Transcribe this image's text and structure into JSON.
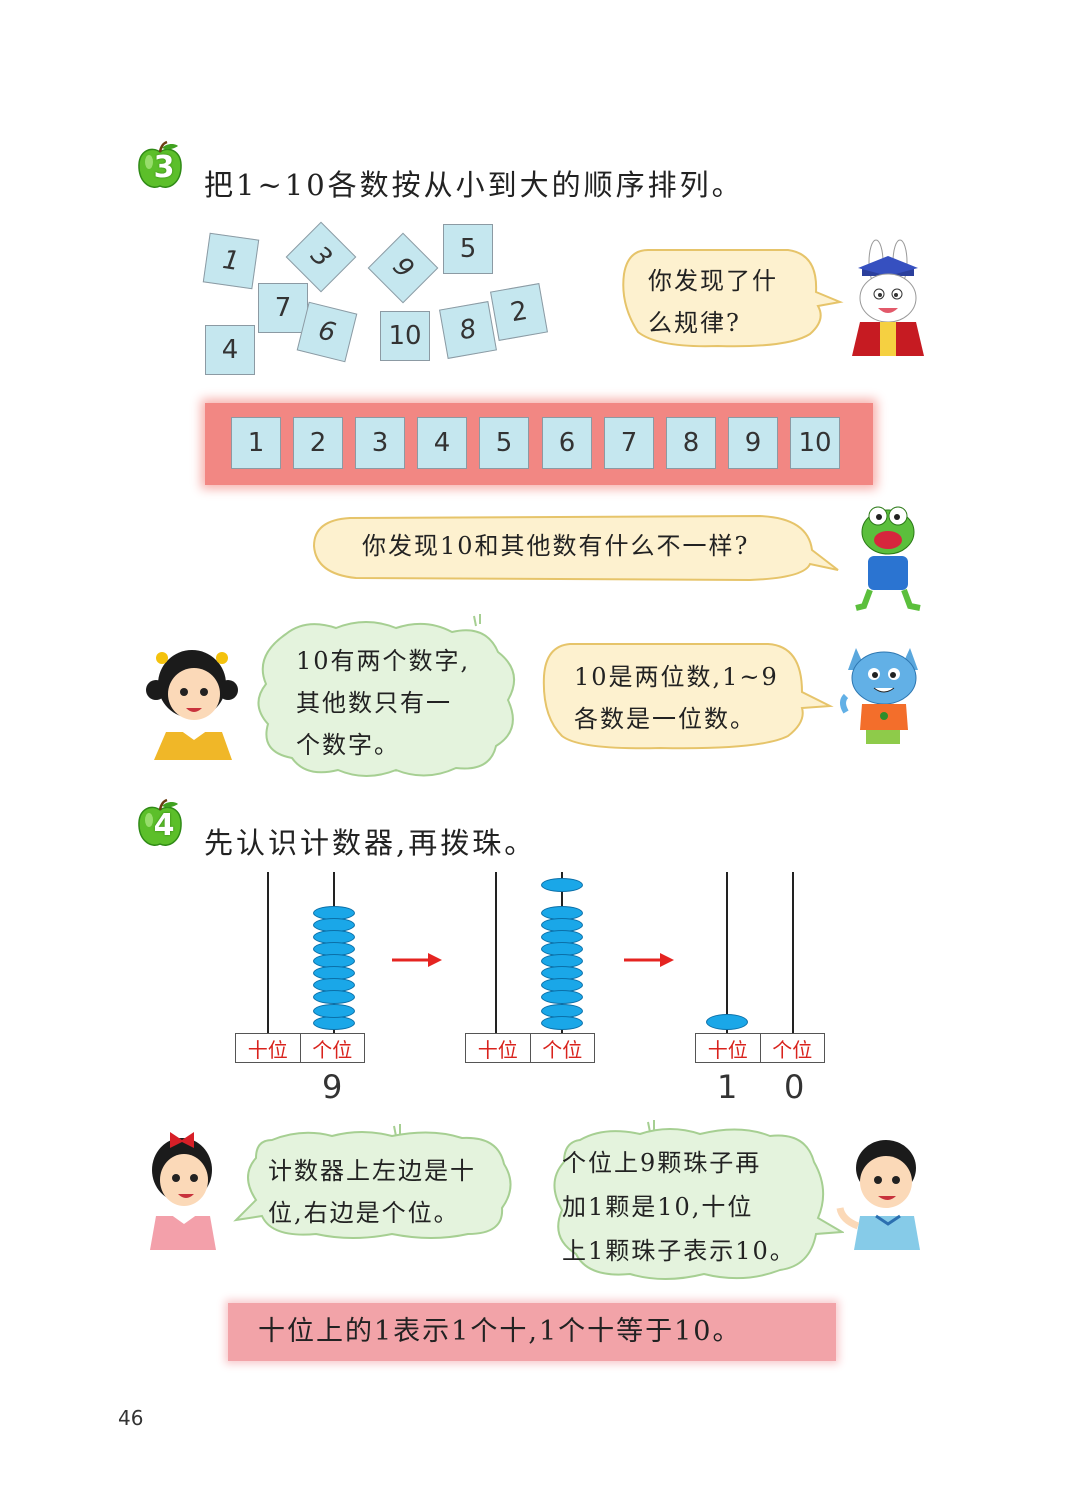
{
  "section3": {
    "number": "3",
    "title": "把1~10各数按从小到大的顺序排列。",
    "scattered_cards": [
      "1",
      "3",
      "9",
      "5",
      "7",
      "6",
      "10",
      "8",
      "2",
      "4"
    ],
    "rabbit_bubble": [
      "你发现了什",
      "么规律?"
    ],
    "sorted_cards": [
      "1",
      "2",
      "3",
      "4",
      "5",
      "6",
      "7",
      "8",
      "9",
      "10"
    ],
    "frog_bubble": "你发现10和其他数有什么不一样?",
    "girl_bubble": [
      "10有两个数字,",
      "其他数只有一",
      "个数字。"
    ],
    "cat_bubble": [
      "10是两位数,1~9",
      "各数是一位数。"
    ]
  },
  "section4": {
    "number": "4",
    "title": "先认识计数器,再拨珠。",
    "tens_label": "十位",
    "ones_label": "个位",
    "abacus1_digits": [
      "9"
    ],
    "abacus3_digits": [
      "1",
      "0"
    ],
    "girl_bubble": [
      "计数器上左边是十",
      "位,右边是个位。"
    ],
    "boy_bubble": [
      "个位上9颗珠子再",
      "加1颗是10,十位",
      "上1颗珠子表示10。"
    ],
    "conclusion": "十位上的1表示1个十,1个十等于10。"
  },
  "page_number": "46",
  "colors": {
    "card": "#c5e7ef",
    "strip": "#f28783",
    "bead": "#1aa7e8",
    "label_red": "#d9231d",
    "bubble_green": "#e4f3dd",
    "bubble_yellow": "#fdf1cf"
  }
}
